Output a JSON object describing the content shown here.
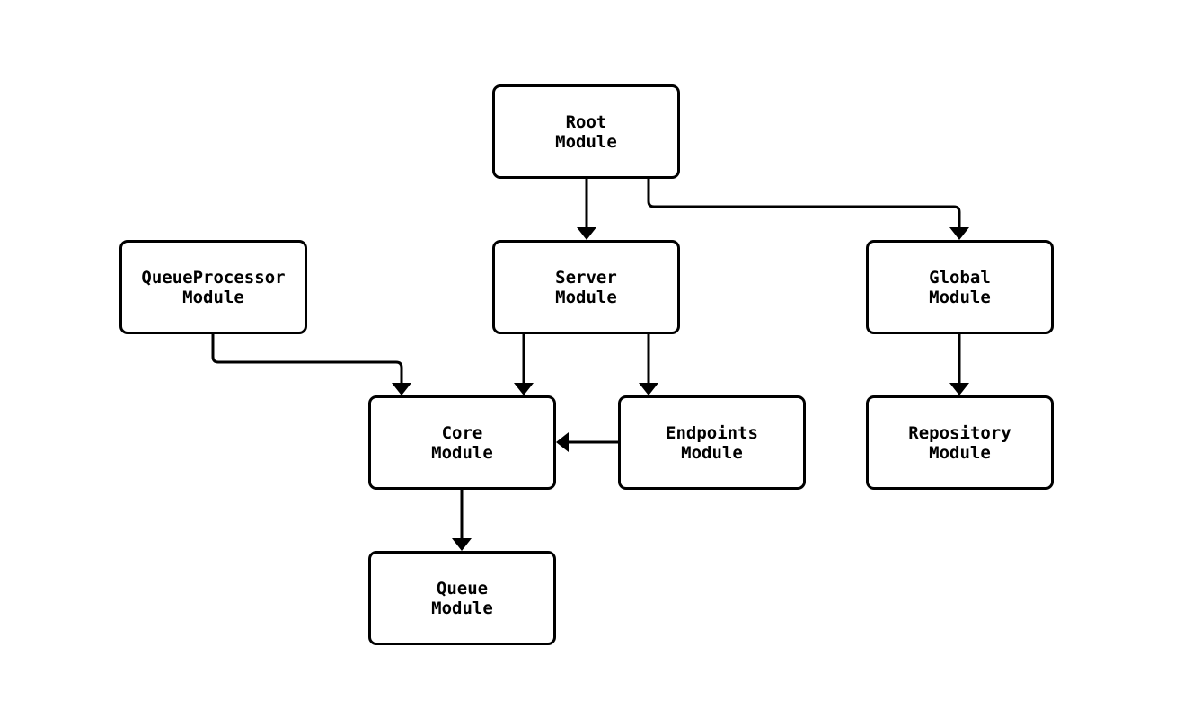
{
  "diagram": {
    "type": "flowchart",
    "background_color": "#ffffff",
    "node_style": {
      "fill_color": "#ffffff",
      "border_color": "#000000",
      "text_color": "#000000"
    },
    "edge_color": "#000000",
    "nodes": [
      {
        "id": "root",
        "label": "Root\nModule"
      },
      {
        "id": "queueprocessor",
        "label": "QueueProcessor\nModule"
      },
      {
        "id": "server",
        "label": "Server\nModule"
      },
      {
        "id": "global",
        "label": "Global\nModule"
      },
      {
        "id": "core",
        "label": "Core\nModule"
      },
      {
        "id": "endpoints",
        "label": "Endpoints\nModule"
      },
      {
        "id": "repository",
        "label": "Repository\nModule"
      },
      {
        "id": "queue",
        "label": "Queue\nModule"
      }
    ],
    "edges": [
      {
        "from": "root",
        "to": "server"
      },
      {
        "from": "root",
        "to": "global"
      },
      {
        "from": "queueprocessor",
        "to": "core"
      },
      {
        "from": "server",
        "to": "core"
      },
      {
        "from": "server",
        "to": "endpoints"
      },
      {
        "from": "endpoints",
        "to": "core"
      },
      {
        "from": "global",
        "to": "repository"
      },
      {
        "from": "core",
        "to": "queue"
      }
    ]
  }
}
